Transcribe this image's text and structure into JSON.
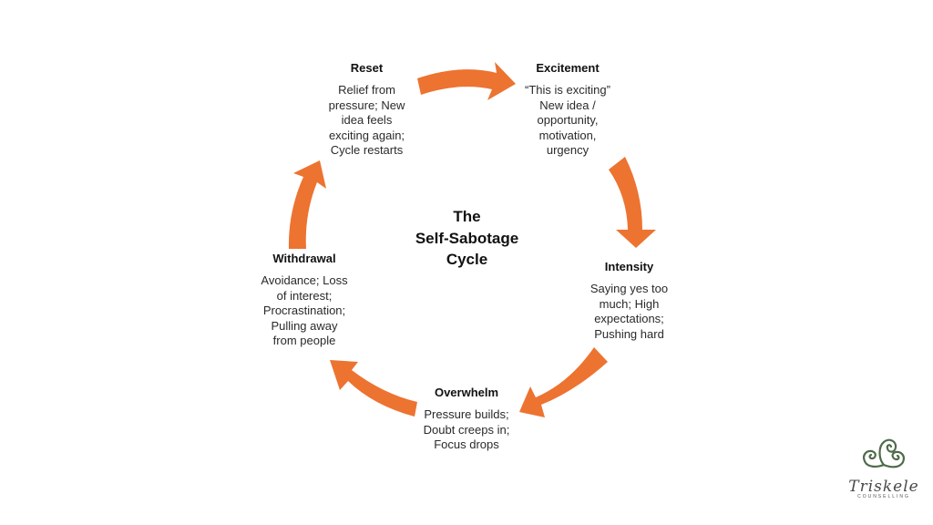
{
  "diagram": {
    "title": "The\nSelf-Sabotage\nCycle",
    "arrow_color": "#ED7331",
    "stages": [
      {
        "title": "Reset",
        "body": "Relief from\npressure; New\nidea feels\nexciting again;\nCycle restarts"
      },
      {
        "title": "Excitement",
        "body": "“This is exciting”\nNew idea /\nopportunity,\nmotivation,\nurgency"
      },
      {
        "title": "Intensity",
        "body": "Saying yes too\nmuch; High\nexpectations;\nPushing hard"
      },
      {
        "title": "Overwhelm",
        "body": "Pressure builds;\nDoubt creeps in;\nFocus drops"
      },
      {
        "title": "Withdrawal",
        "body": "Avoidance; Loss\nof interest;\nProcrastination;\nPulling away\nfrom people"
      }
    ],
    "flow": [
      "Reset",
      "Excitement",
      "Intensity",
      "Overwhelm",
      "Withdrawal",
      "Reset"
    ]
  },
  "logo": {
    "icon": "triskele-icon",
    "name": "Triskele",
    "subtitle": "COUNSELLING",
    "color": "#4E6B4A"
  }
}
